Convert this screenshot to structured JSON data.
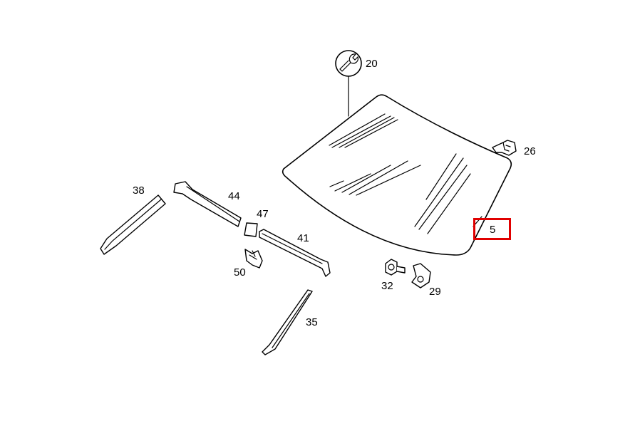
{
  "diagram": {
    "labels": {
      "windshield_tool": "20",
      "windshield": "5",
      "clip_26": "26",
      "molding_38": "38",
      "molding_44": "44",
      "connector_47": "47",
      "molding_41": "41",
      "clip_50": "50",
      "bolt_32": "32",
      "bracket_29": "29",
      "molding_35": "35"
    },
    "highlight_color": "#e00000",
    "highlighted_part": "5"
  }
}
